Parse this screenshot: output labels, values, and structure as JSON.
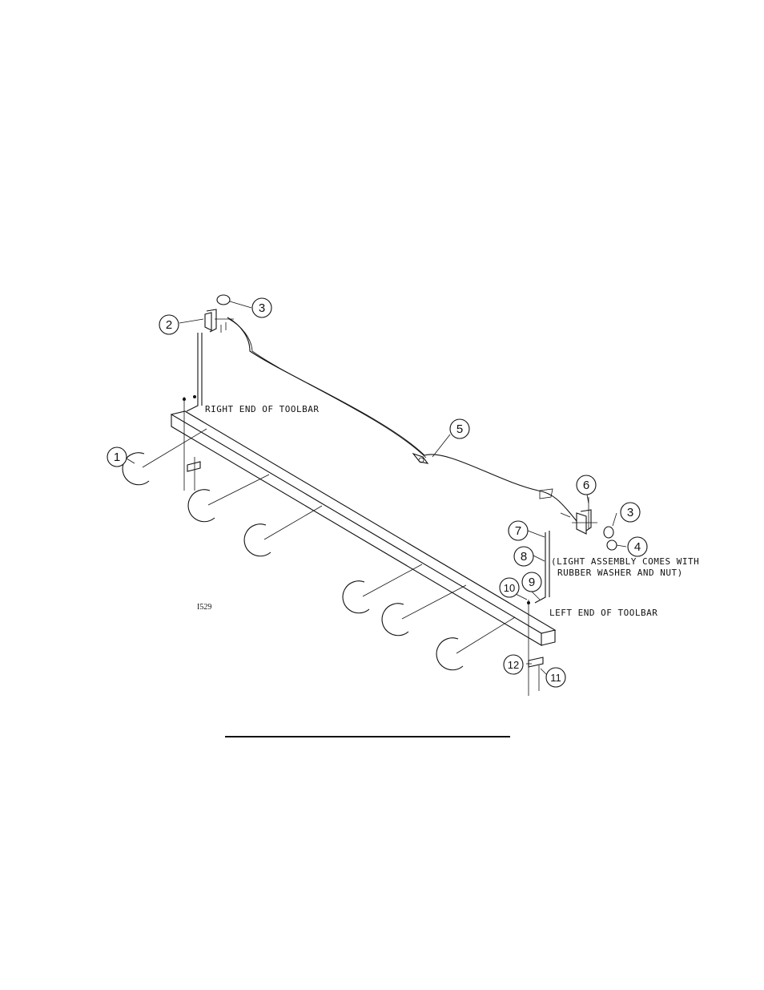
{
  "callouts": [
    "1",
    "2",
    "3",
    "3",
    "4",
    "5",
    "6",
    "7",
    "8",
    "9",
    "10",
    "11",
    "12"
  ],
  "notes": {
    "right_end": "RIGHT END OF TOOLBAR",
    "left_end": "LEFT END OF TOOLBAR",
    "light_note_1": "(LIGHT ASSEMBLY COMES WITH",
    "light_note_2": "RUBBER WASHER AND NUT)"
  },
  "drawing_code": "I529"
}
